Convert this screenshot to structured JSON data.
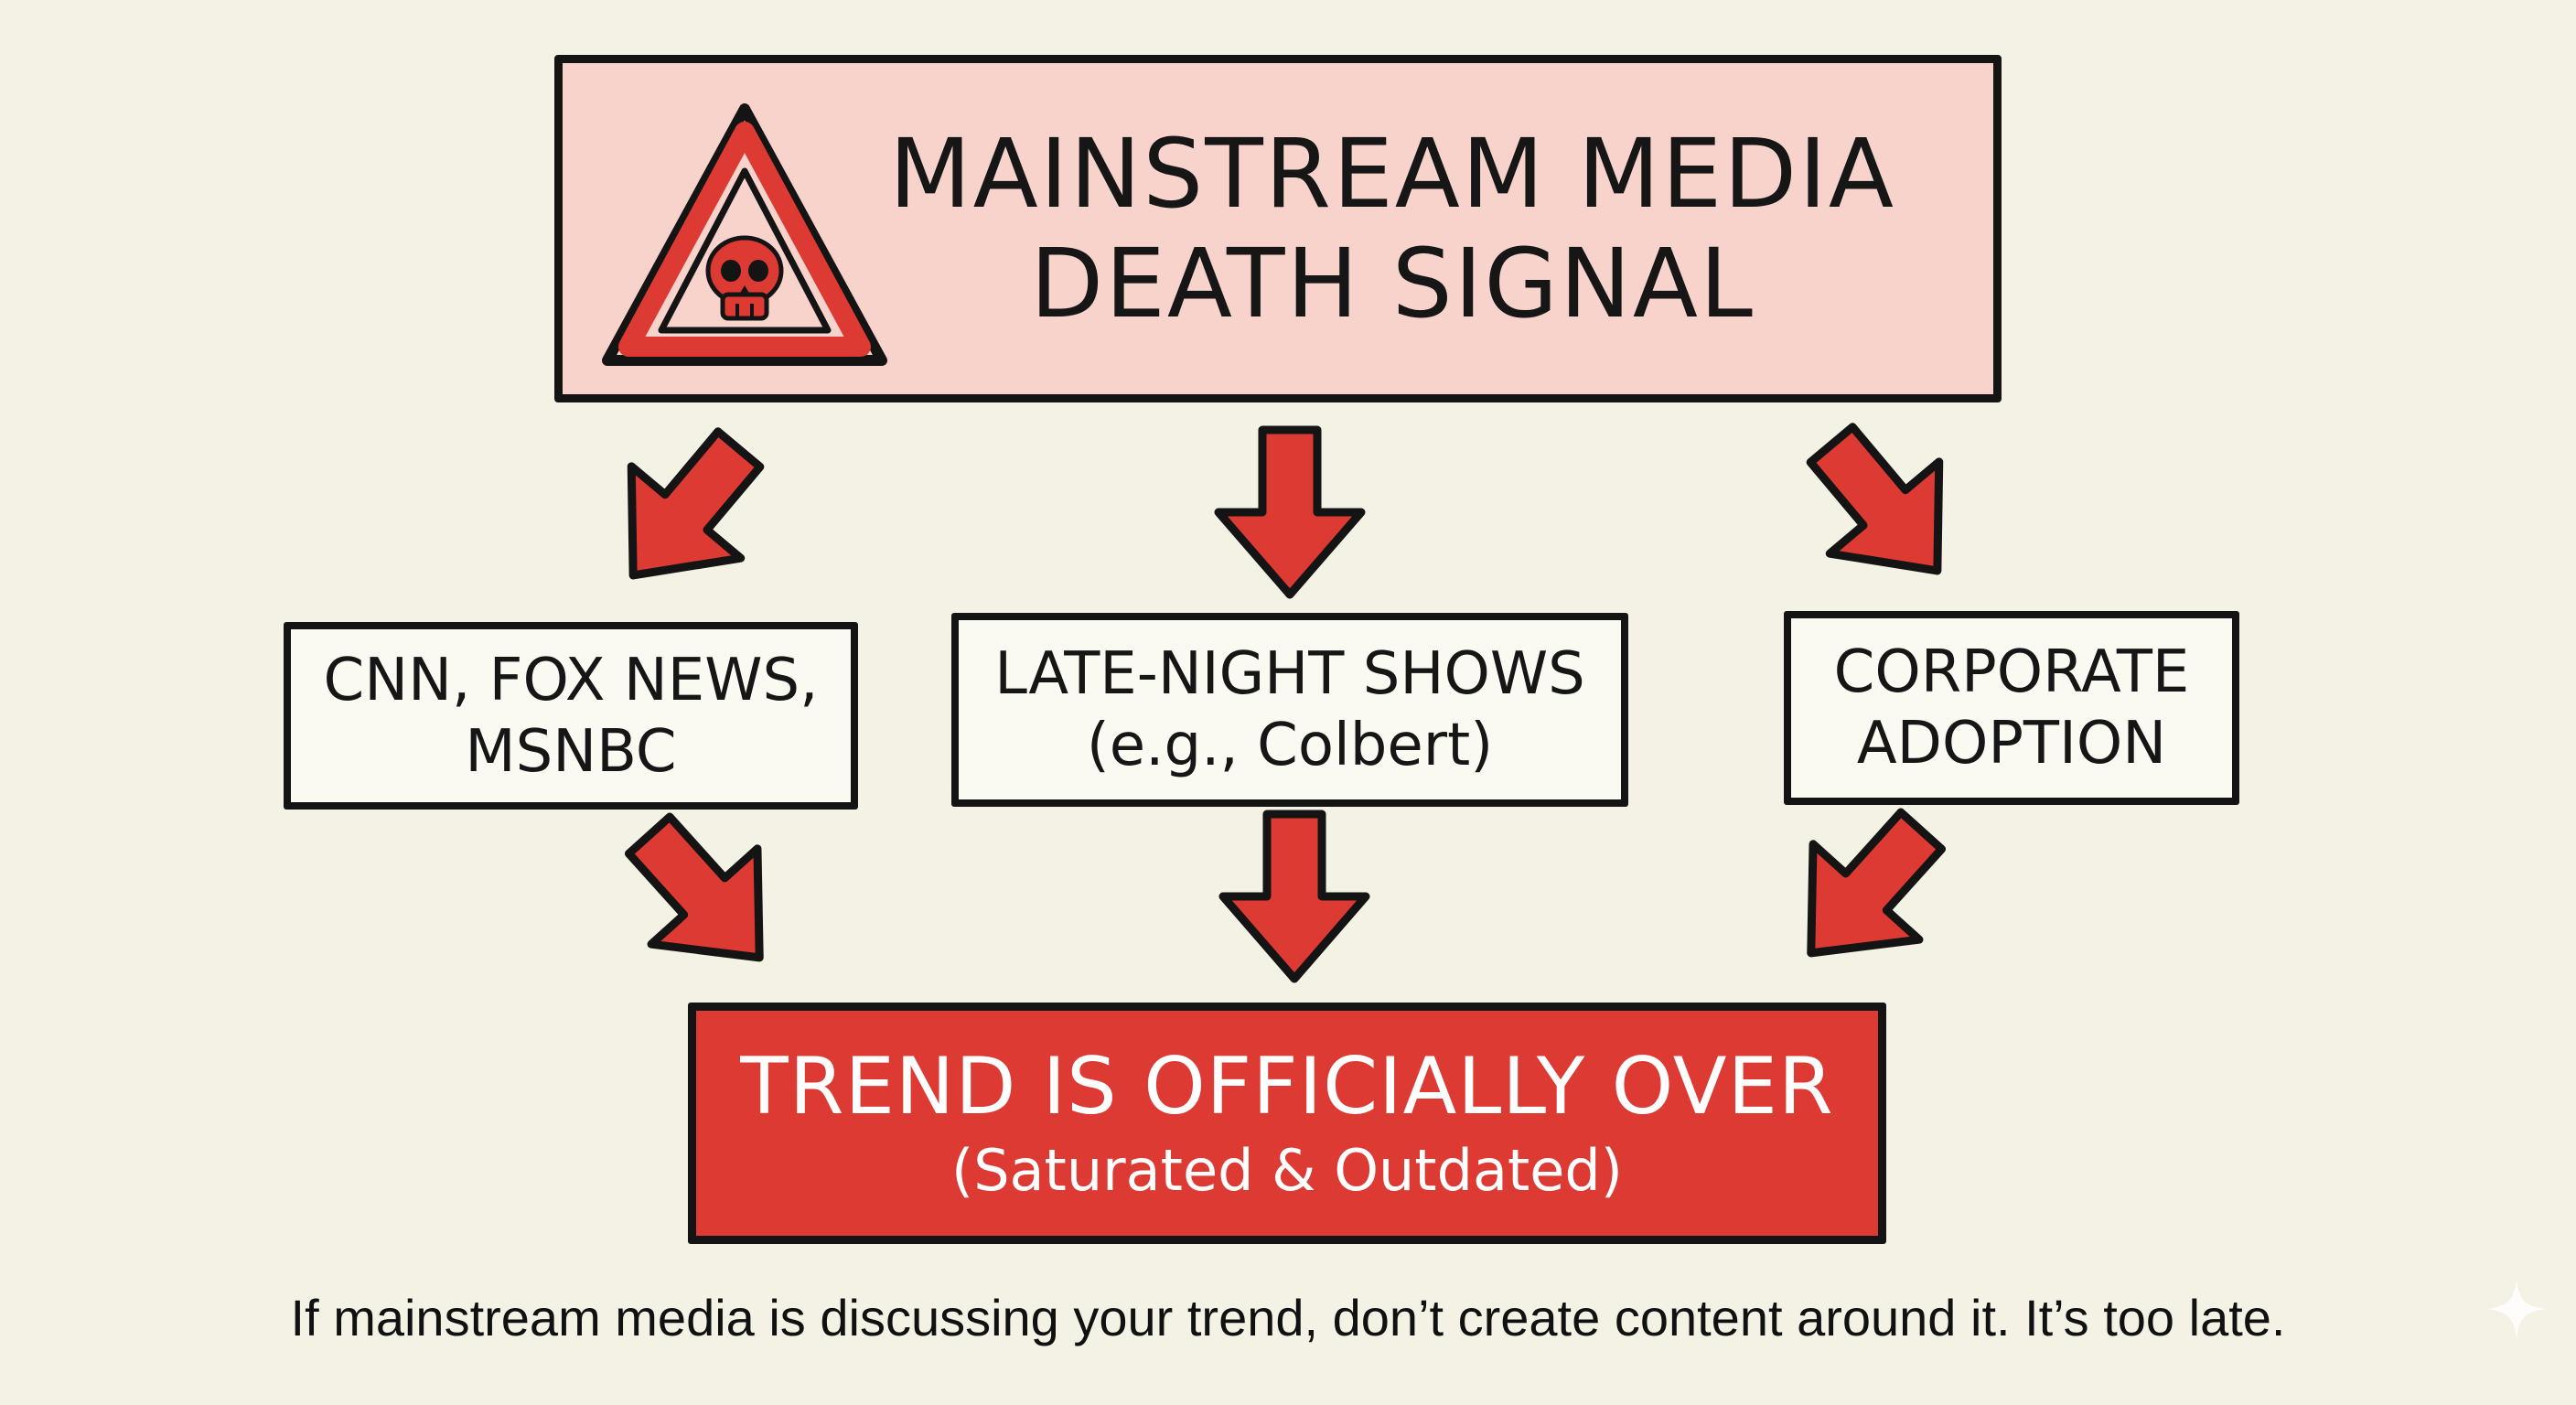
{
  "title": {
    "line1": "MAINSTREAM MEDIA",
    "line2": "DEATH SIGNAL",
    "icon": "warning-triangle-skull-icon"
  },
  "signals": [
    {
      "line1": "CNN, FOX NEWS,",
      "line2": "MSNBC"
    },
    {
      "line1": "LATE-NIGHT SHOWS",
      "line2": "(e.g., Colbert)"
    },
    {
      "line1": "CORPORATE",
      "line2": "ADOPTION"
    }
  ],
  "result": {
    "main": "TREND IS OFFICIALLY OVER",
    "sub": "(Saturated & Outdated)"
  },
  "caption": "If mainstream media is discussing your trend, don’t create content around it. It’s too late.",
  "colors": {
    "background": "#f4f2e4",
    "title_fill": "#f8d3cc",
    "accent_red": "#dc3a32",
    "outline": "#141414"
  }
}
